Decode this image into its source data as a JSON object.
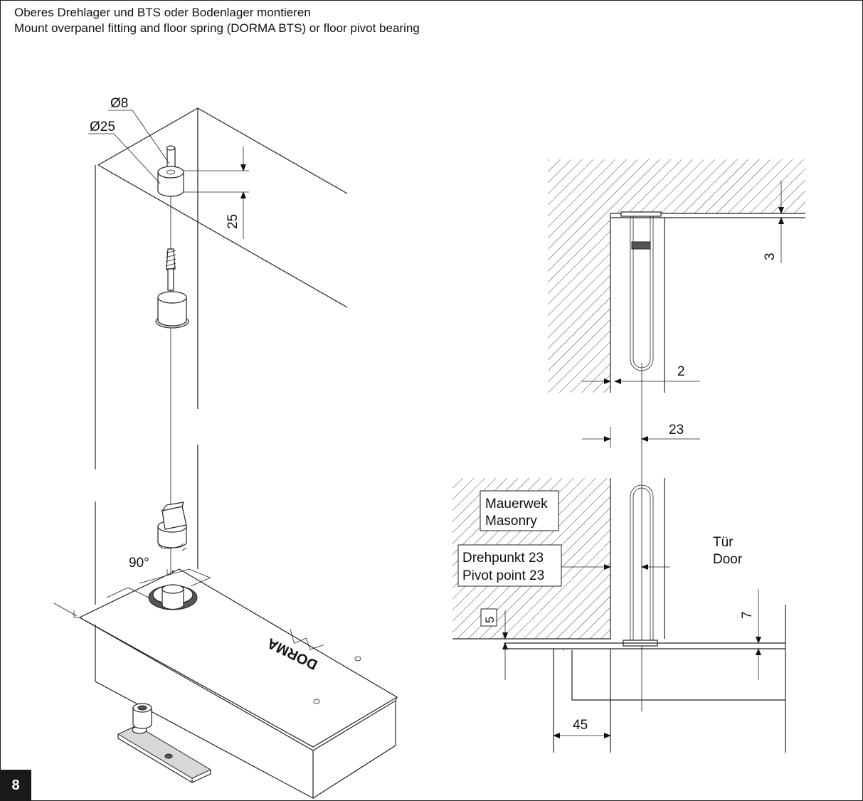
{
  "header": {
    "title_de": "Oberes Drehlager und BTS oder Bodenlager montieren",
    "title_en": "Mount overpanel fitting and floor spring (DORMA BTS) or floor pivot bearing"
  },
  "page_number": "8",
  "left_figure": {
    "dim_d8": "Ø8",
    "dim_d25": "Ø25",
    "dim_25": "25",
    "angle": "90°",
    "brand": "DORMA"
  },
  "right_figure": {
    "dim_3": "3",
    "dim_2": "2",
    "dim_23": "23",
    "dim_7": "7",
    "dim_5": "5",
    "dim_45": "45",
    "masonry_de": "Mauerwek",
    "masonry_en": "Masonry",
    "pivot_de": "Drehpunkt 23",
    "pivot_en": "Pivot point 23",
    "door_de": "Tür",
    "door_en": "Door"
  },
  "colors": {
    "line": "#222222",
    "badge": "#1a1a1a",
    "background": "#ffffff"
  }
}
